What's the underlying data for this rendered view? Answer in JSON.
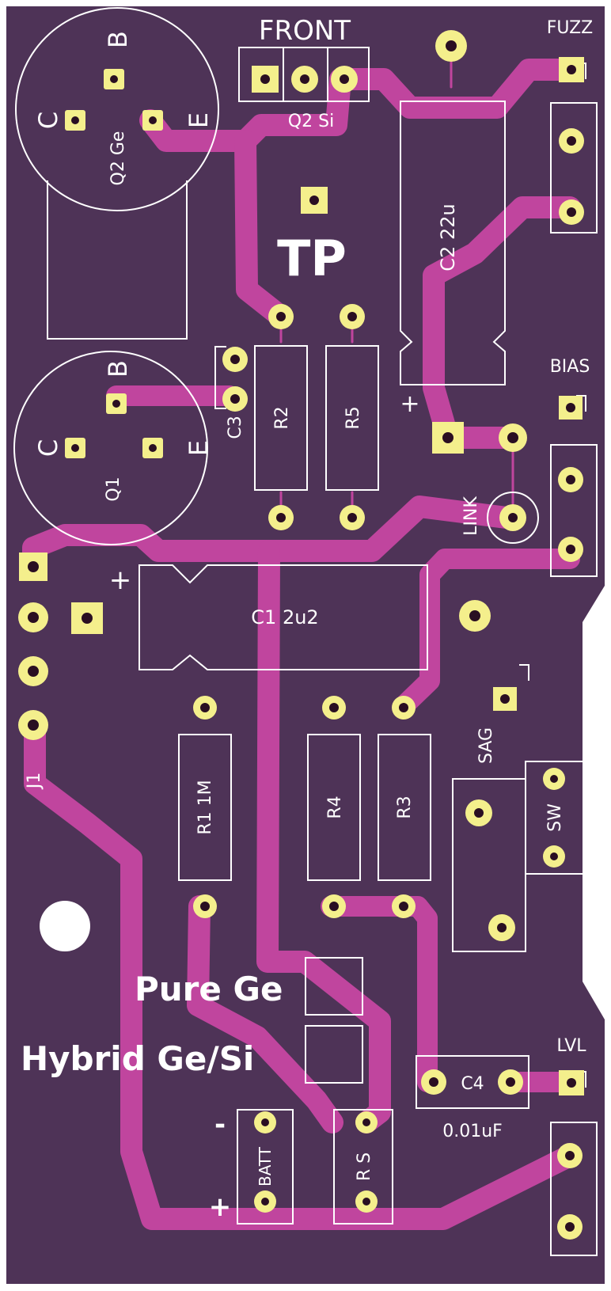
{
  "board": {
    "background_color": "#4e3357",
    "copper_color": "#c0459e",
    "pad_color": "#f4ef8c",
    "silk_color": "#ffffff"
  },
  "labels": {
    "front": "FRONT",
    "q2_si": "Q2 Si",
    "q2_ge": "Q2 Ge",
    "q1": "Q1",
    "fuzz": "FUZZ",
    "bias": "BIAS",
    "link": "LINK",
    "tp": "TP",
    "c2": "C2 22u",
    "c1": "C1 2u2",
    "c3": "C3",
    "c4": "C4",
    "c4_value": "0.01uF",
    "r1": "R1 1M",
    "r2": "R2",
    "r3": "R3",
    "r4": "R4",
    "r5": "R5",
    "j1": "J1",
    "sag": "SAG",
    "sw": "SW",
    "lvl": "LVL",
    "batt": "BATT",
    "rs": "R S",
    "pure_ge": "Pure Ge",
    "hybrid": "Hybrid Ge/Si",
    "pin_c": "C",
    "pin_b": "B",
    "pin_e": "E",
    "plus": "+",
    "minus": "-"
  }
}
